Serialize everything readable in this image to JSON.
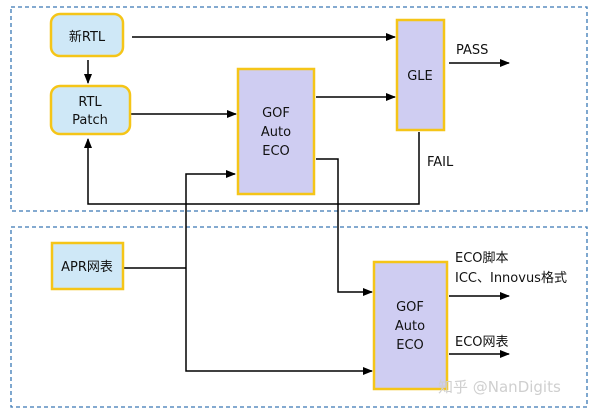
{
  "colors": {
    "panel_border": "#3a78b5",
    "node_light_fill": "#cfe8f7",
    "node_light_border": "#f5c518",
    "node_purple_fill": "#cfcdf2",
    "node_purple_border": "#f5c518",
    "edge": "#000000"
  },
  "nodes": {
    "new_rtl": "新RTL",
    "rtl_patch_line1": "RTL",
    "rtl_patch_line2": "Patch",
    "gof_top_line1": "GOF",
    "gof_top_line2": "Auto",
    "gof_top_line3": "ECO",
    "gle": "GLE",
    "apr_netlist": "APR网表",
    "gof_bottom_line1": "GOF",
    "gof_bottom_line2": "Auto",
    "gof_bottom_line3": "ECO"
  },
  "labels": {
    "pass": "PASS",
    "fail": "FAIL",
    "eco_script_line1": "ECO脚本",
    "eco_script_line2": "ICC、Innovus格式",
    "eco_netlist": "ECO网表"
  },
  "watermark": "知乎 @NanDigits"
}
